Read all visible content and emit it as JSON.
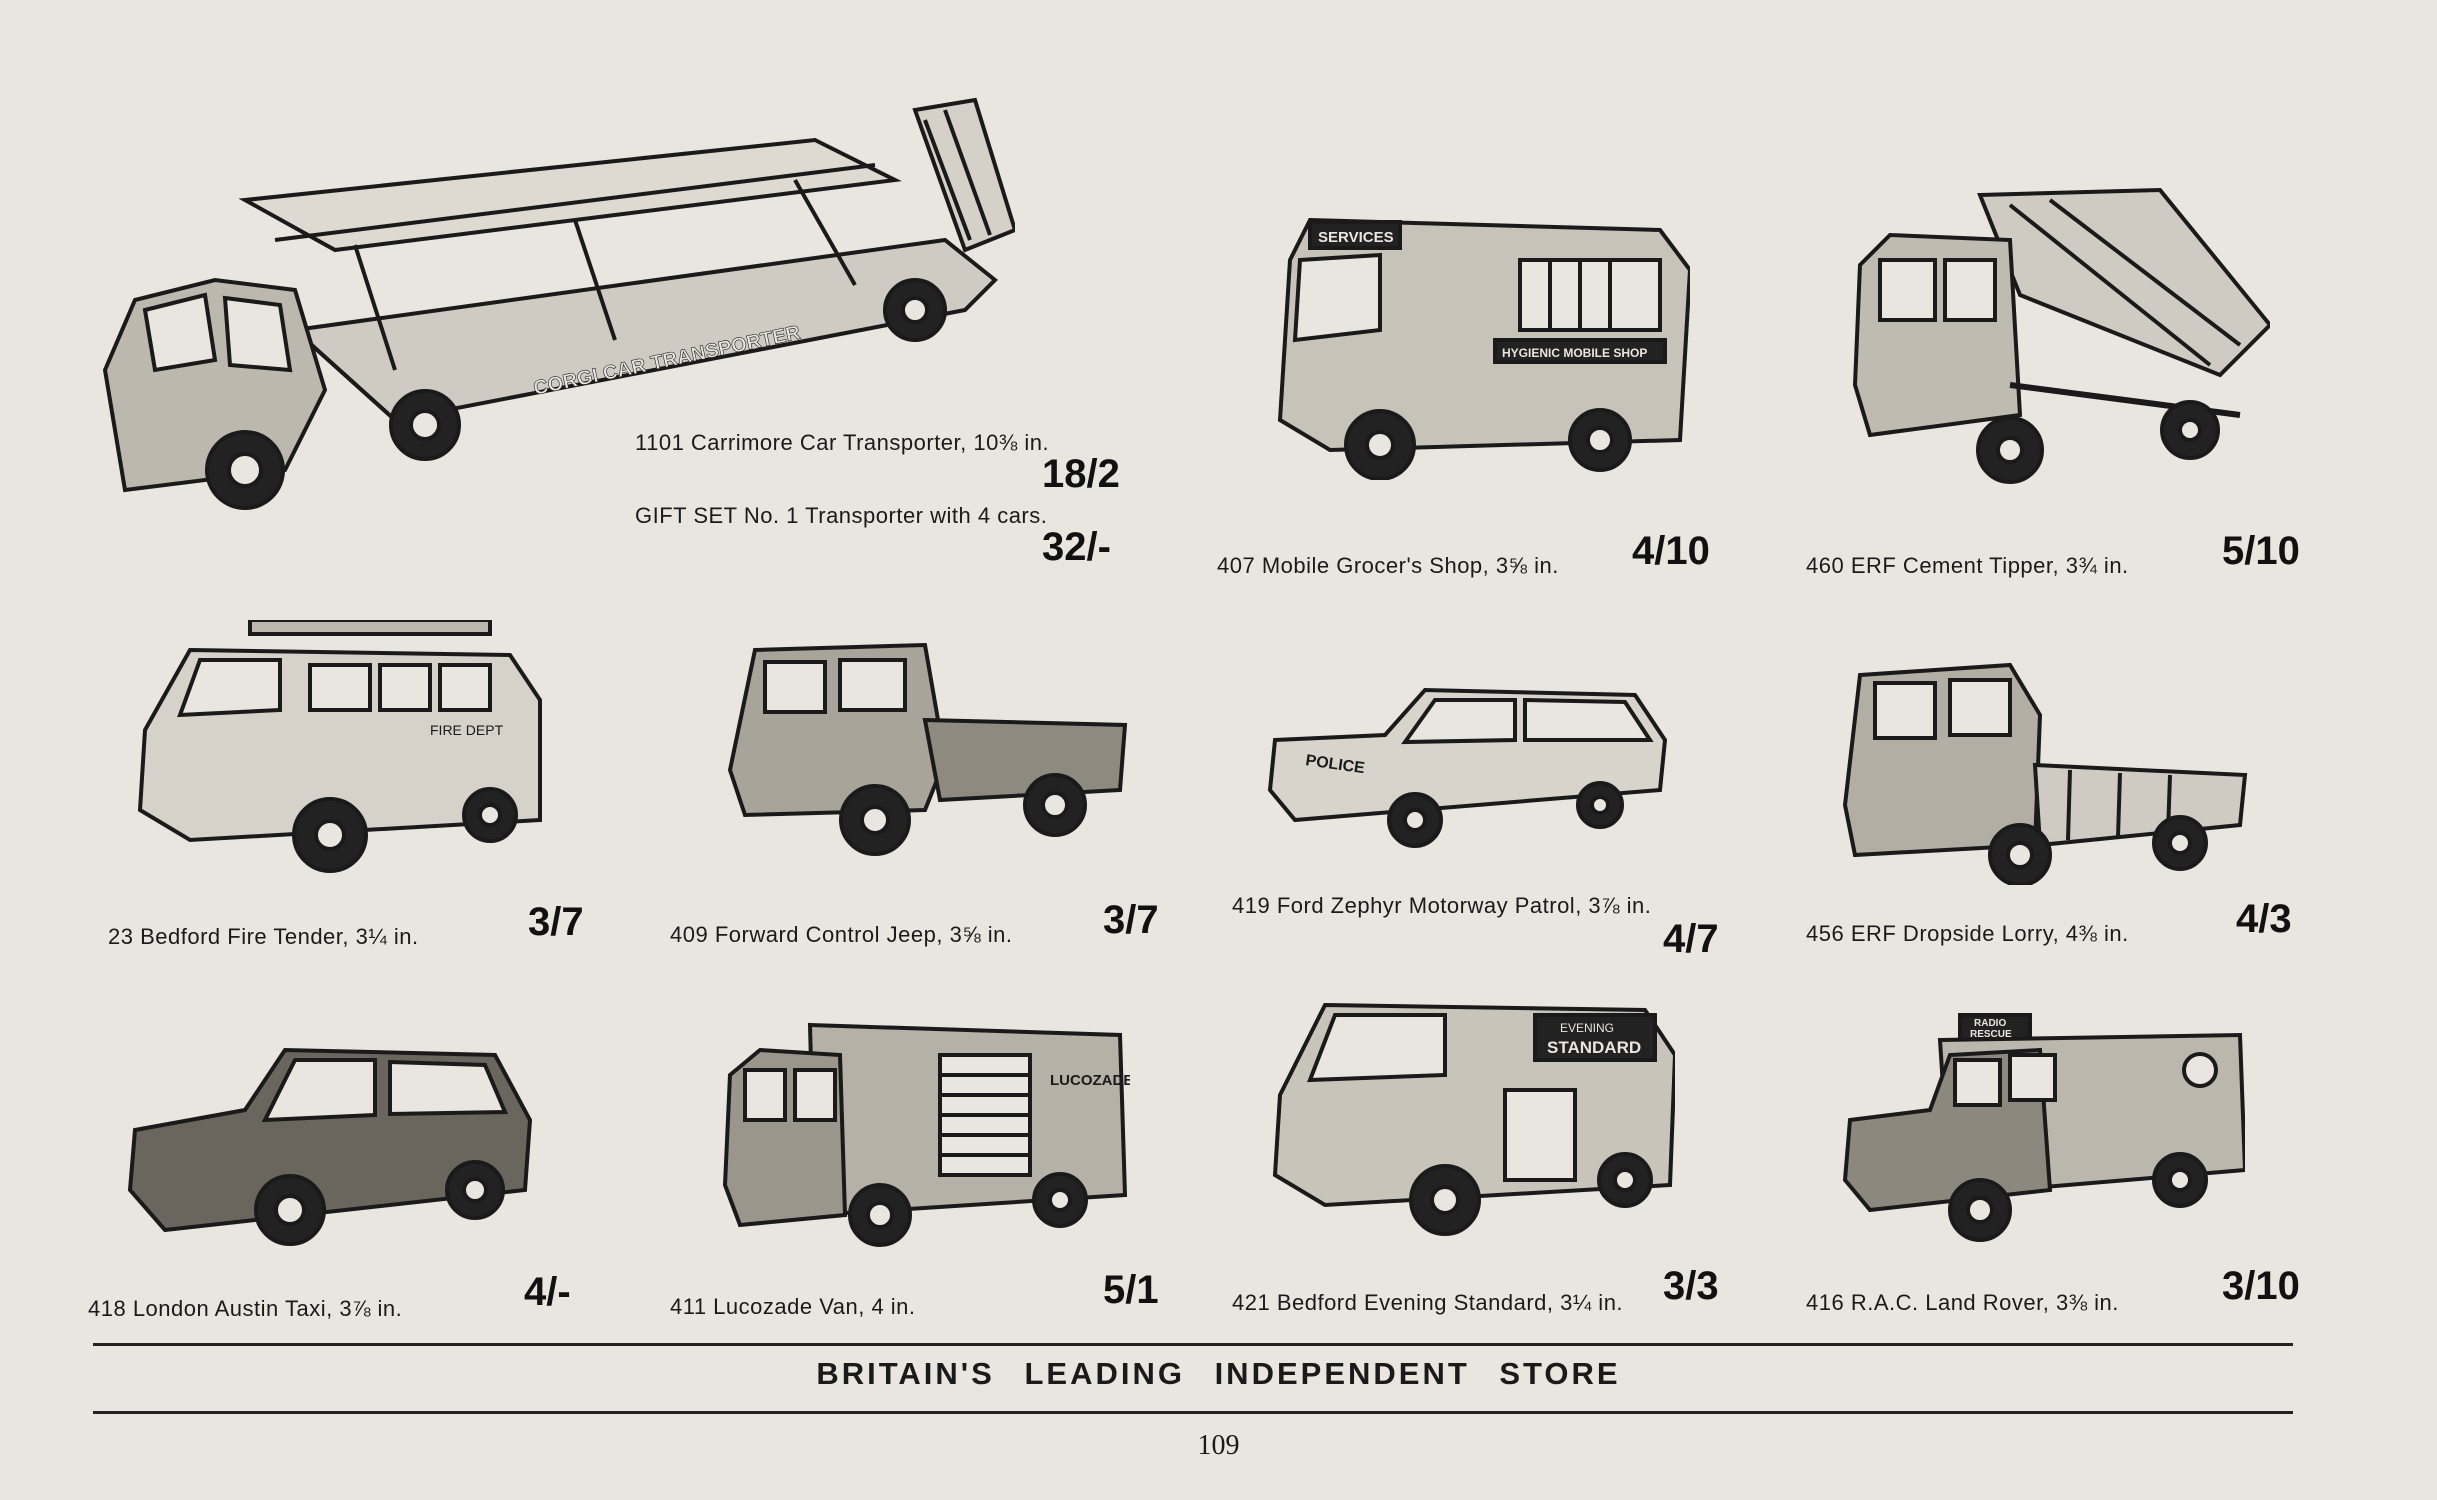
{
  "items": [
    {
      "caption": "1101 Carrimore Car Transporter, 10⅜ in.",
      "price": "18/2"
    },
    {
      "caption": "GIFT SET No. 1 Transporter with 4 cars.",
      "price": "32/-"
    },
    {
      "caption": "407 Mobile Grocer's Shop, 3⅝ in.",
      "price": "4/10",
      "vehicle_text": [
        "SERVICES",
        "HYGIENIC MOBILE SHOP"
      ]
    },
    {
      "caption": "460 ERF Cement Tipper, 3¾ in.",
      "price": "5/10"
    },
    {
      "caption": "23 Bedford Fire Tender, 3¼ in.",
      "price": "3/7",
      "vehicle_text": [
        "FIRE DEPT"
      ]
    },
    {
      "caption": "409 Forward Control Jeep, 3⅝ in.",
      "price": "3/7"
    },
    {
      "caption": "419 Ford Zephyr Motorway Patrol, 3⅞ in.",
      "price": "4/7",
      "vehicle_text": [
        "POLICE"
      ]
    },
    {
      "caption": "456 ERF Dropside Lorry, 4⅜ in.",
      "price": "4/3"
    },
    {
      "caption": "418 London Austin Taxi, 3⅞ in.",
      "price": "4/-"
    },
    {
      "caption": "411 Lucozade Van, 4 in.",
      "price": "5/1",
      "vehicle_text": [
        "LUCOZADE"
      ]
    },
    {
      "caption": "421 Bedford Evening Standard, 3¼ in.",
      "price": "3/3",
      "vehicle_text": [
        "EVENING",
        "STANDARD"
      ]
    },
    {
      "caption": "416 R.A.C. Land Rover, 3⅜ in.",
      "price": "3/10",
      "vehicle_text": [
        "RADIO",
        "RESCUE"
      ]
    }
  ],
  "transporter_side_text": "CORGI CAR TRANSPORTER",
  "footer": {
    "title": "BRITAIN'S LEADING INDEPENDENT STORE",
    "page_number": "109"
  }
}
